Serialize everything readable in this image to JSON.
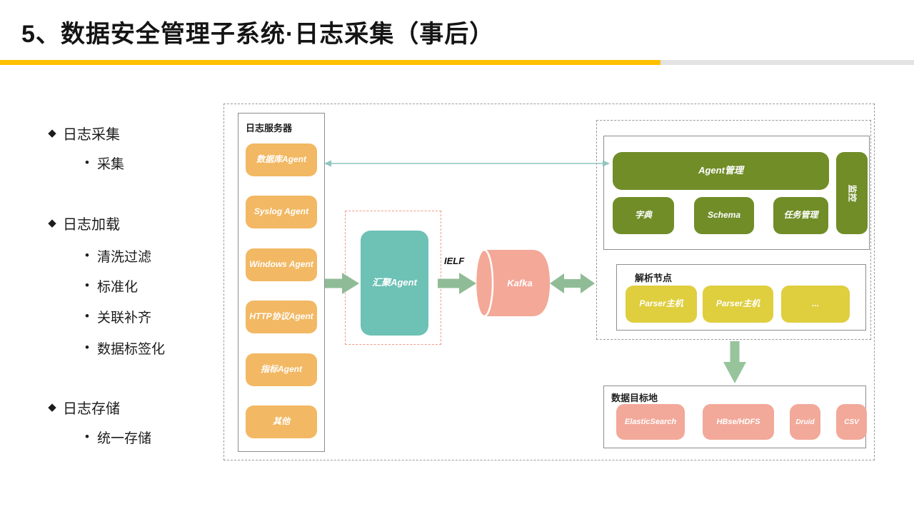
{
  "title": "5、数据安全管理子系统·日志采集（事后）",
  "sidebar": {
    "bullet_l1": "◆",
    "bullet_l2": "•",
    "sections": [
      {
        "label": "日志采集",
        "items": [
          "采集"
        ]
      },
      {
        "label": "日志加载",
        "items": [
          "清洗过滤",
          "标准化",
          "关联补齐",
          "数据标签化"
        ]
      },
      {
        "label": "日志存储",
        "items": [
          "统一存储"
        ]
      }
    ]
  },
  "diagram": {
    "log_server": {
      "title": "日志服务器",
      "agents": [
        "数据库Agent",
        "Syslog Agent",
        "Windows Agent",
        "HTTP协议Agent",
        "指标Agent",
        "其他"
      ]
    },
    "aggregator": "汇聚Agent",
    "ielf": "IELF",
    "kafka": "Kafka",
    "management": {
      "agent_mgmt": "Agent管理",
      "dictionary": "字典",
      "schema": "Schema",
      "task_mgmt": "任务管理",
      "monitor": "监控"
    },
    "parser": {
      "title": "解析节点",
      "nodes": [
        "Parser主机",
        "Parser主机",
        "..."
      ]
    },
    "targets": {
      "title": "数据目标地",
      "items": [
        "ElasticSearch",
        "HBse/HDFS",
        "Druid",
        "CSV"
      ]
    }
  },
  "colors": {
    "title_bar_yellow": "#FFC000",
    "title_bar_gray": "#E3E3E3",
    "agent_orange": "#F2B863",
    "aggregator_teal": "#6DC1B5",
    "kafka_salmon": "#F4A898",
    "management_green": "#708D28",
    "parser_yellow": "#DFCE3E",
    "target_salmon": "#F2A99A",
    "arrow_green": "#8FBC96",
    "thin_arrow_teal": "#8FC6BE",
    "aggregator_frame_pink": "#F29B8C"
  }
}
